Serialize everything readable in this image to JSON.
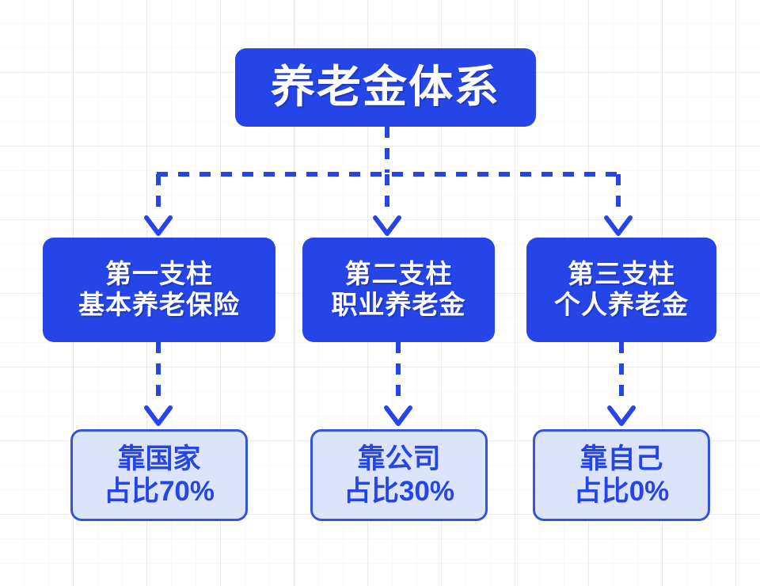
{
  "meta": {
    "diagram_title": "养老金体系",
    "language": "zh-CN"
  },
  "colors": {
    "primary_blue": "#2645E8",
    "outline_blue": "#3355DD",
    "leaf_fill": "#DCE4FB",
    "text_white": "#FFFFFF",
    "grid_line": "#E8E8E8",
    "background": "#FFFFFF"
  },
  "title": {
    "label": "养老金体系",
    "lines": [
      "养老金体系"
    ]
  },
  "pillars": [
    {
      "id": "pillar-1",
      "lines": [
        "第一支柱",
        "基本养老保险"
      ],
      "heading": "第一支柱",
      "subheading": "基本养老保险"
    },
    {
      "id": "pillar-2",
      "lines": [
        "第二支柱",
        "职业养老金"
      ],
      "heading": "第二支柱",
      "subheading": "职业养老金"
    },
    {
      "id": "pillar-3",
      "lines": [
        "第三支柱",
        "个人养老金"
      ],
      "heading": "第三支柱",
      "subheading": "个人养老金"
    }
  ],
  "outcomes": [
    {
      "id": "outcome-1",
      "lines": [
        "靠国家",
        "占比70%"
      ],
      "source": "靠国家",
      "share_label": "占比70%",
      "share_value": 70
    },
    {
      "id": "outcome-2",
      "lines": [
        "靠公司",
        "占比30%"
      ],
      "source": "靠公司",
      "share_label": "占比30%",
      "share_value": 30
    },
    {
      "id": "outcome-3",
      "lines": [
        "靠自己",
        "占比0%"
      ],
      "source": "靠自己",
      "share_label": "占比0%",
      "share_value": 0
    }
  ],
  "connectors": {
    "style": "dashed",
    "arrowhead": "chevron-down",
    "color": "#2645E8",
    "count": 7
  }
}
